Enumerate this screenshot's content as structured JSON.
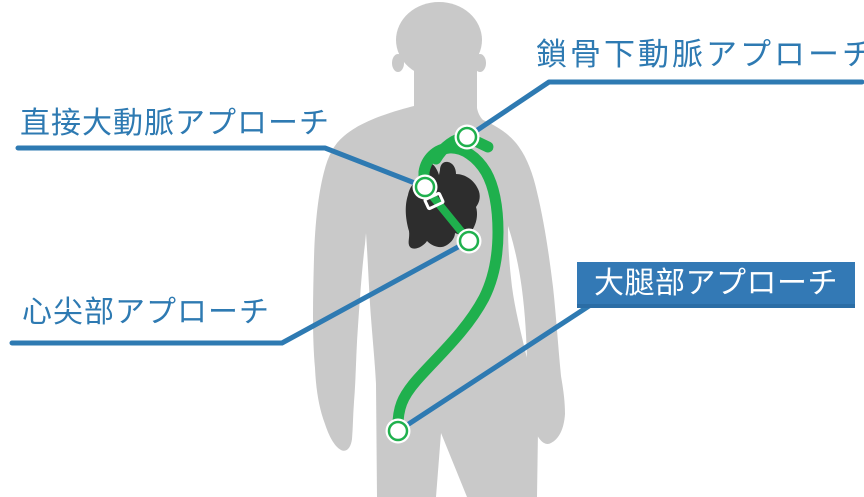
{
  "diagram": {
    "labels": {
      "subclavian": "鎖骨下動脈アプローチ",
      "direct_aortic": "直接大動脈アプローチ",
      "apical": "心尖部アプローチ",
      "femoral": "大腿部アプローチ"
    },
    "markers": {
      "subclavian": "subclavian-access-point-marker",
      "direct_aortic": "direct-aortic-access-point-marker",
      "apical": "apical-access-point-marker",
      "femoral": "femoral-access-point-marker",
      "valve": "aortic-valve-marker"
    }
  },
  "colors": {
    "label_blue": "#2e7ab2",
    "femoral_box_blue": "#3379b5",
    "femoral_box_edge": "#2b6da5",
    "femoral_text": "#ffffff",
    "catheter_green": "#1fb04d",
    "body_gray": "#c9c9c9",
    "heart_dark": "#2d2d2d",
    "marker_white": "#ffffff",
    "background": "#ffffff"
  }
}
